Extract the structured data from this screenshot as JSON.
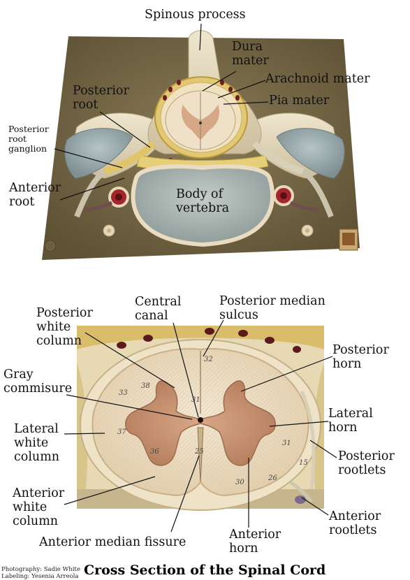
{
  "top_photo": {
    "labels": {
      "spinous_process": "Spinous process",
      "dura_mater": "Dura\nmater",
      "arachnoid_mater": "Arachnoid mater",
      "pia_mater": "Pia mater",
      "posterior_root": "Posterior\nroot",
      "posterior_root_ganglion": "Posterior\nroot\nganglion",
      "anterior_root": "Anterior\nroot",
      "body_of_vertebra": "Body of\nvertebra"
    }
  },
  "bottom_photo": {
    "labels": {
      "posterior_white_column": "Posterior\nwhite\ncolumn",
      "central_canal": "Central\ncanal",
      "posterior_median_sulcus": "Posterior median\nsulcus",
      "posterior_horn": "Posterior\nhorn",
      "gray_commisure": "Gray\ncommisure",
      "lateral_horn": "Lateral\nhorn",
      "lateral_white_column": "Lateral\nwhite\ncolumn",
      "posterior_rootlets": "Posterior\nrootlets",
      "anterior_white_column": "Anterior\nwhite\ncolumn",
      "anterior_rootlets": "Anterior\nrootlets",
      "anterior_median_fissure": "Anterior median fissure",
      "anterior_horn": "Anterior\nhorn"
    },
    "model_numbers": [
      "32",
      "38",
      "33",
      "31",
      "37",
      "31",
      "36",
      "25",
      "30",
      "26",
      "15"
    ]
  },
  "footer": {
    "photography_credit": "Photography: Sadie White",
    "labeling_credit": "Labeling: Yesenia Arreola",
    "title": "Cross Section of the Spinal Cord"
  },
  "colors": {
    "board": "#7d6f4e",
    "bone": "#e8dcc0",
    "disc": "#a8b2b0",
    "gray_matter": "#c99a78",
    "white_matter": "#eedfc8",
    "dura": "#e2c86a",
    "vessel_red": "#a0262b"
  }
}
